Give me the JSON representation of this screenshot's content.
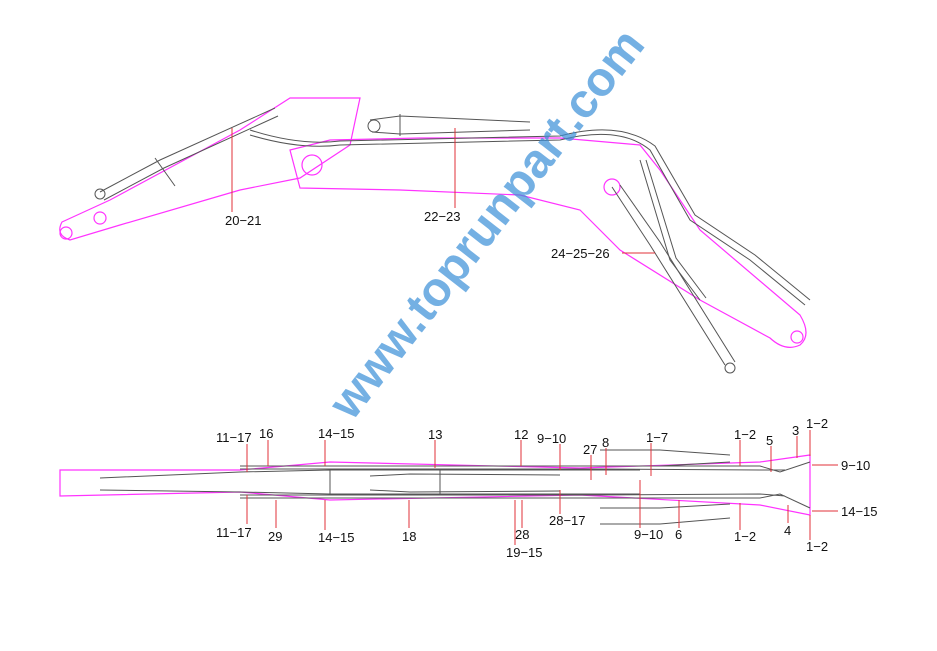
{
  "watermark": "www.toprunpart.com",
  "colors": {
    "outline": "#ff33ff",
    "hose": "#555555",
    "leader": "#e0303a",
    "watermark": "#3a8fd8"
  },
  "side_view_labels": {
    "l20_21": "20−21",
    "l22_23": "22−23",
    "l24_25_26": "24−25−26"
  },
  "top_view_labels": {
    "l11_17_top": "11−17",
    "l16": "16",
    "l14_15_top": "14−15",
    "l13": "13",
    "l12": "12",
    "l9_10_top": "9−10",
    "l27": "27",
    "l8": "8",
    "l1_7": "1−7",
    "l1_2_top": "1−2",
    "l5": "5",
    "l3": "3",
    "l1_2_topright": "1−2",
    "l9_10_right": "9−10",
    "l14_15_right": "14−15",
    "l4": "4",
    "l1_2_bottomright": "1−2",
    "l1_2_bottom": "1−2",
    "l6": "6",
    "l9_10_bottom": "9−10",
    "l28_17": "28−17",
    "l28": "28",
    "l19_15": "19−15",
    "l18": "18",
    "l14_15_bottom": "14−15",
    "l29": "29",
    "l11_17_bottom": "11−17"
  }
}
